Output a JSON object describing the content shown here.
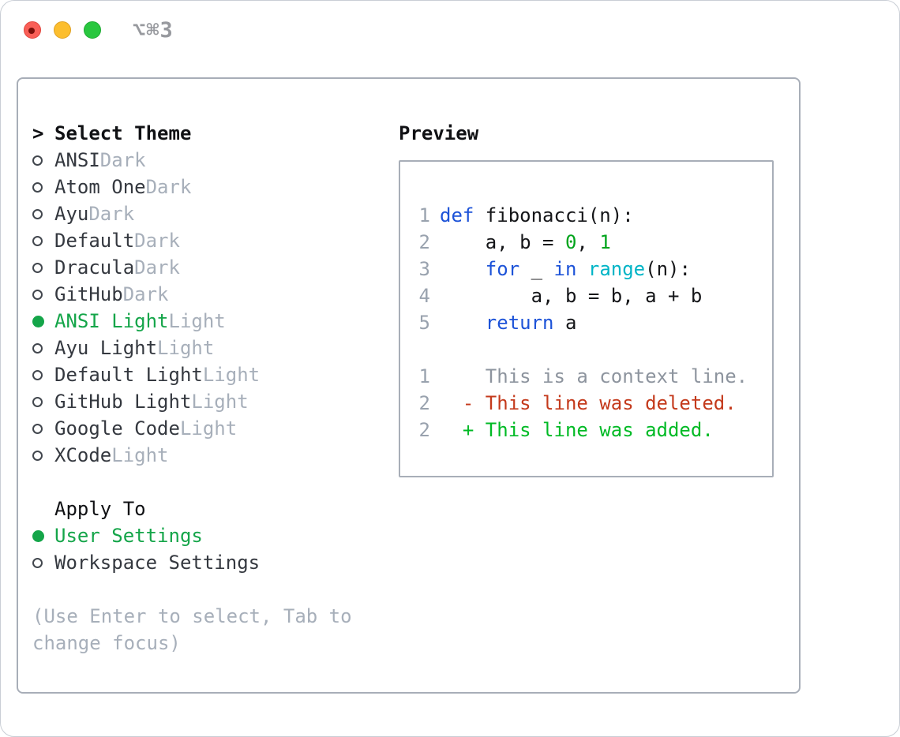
{
  "window": {
    "shortcut_label": "⌥⌘3",
    "traffic_lights": [
      "close",
      "minimize",
      "maximize"
    ]
  },
  "theme_list": {
    "header_prefix": ">",
    "header": "Select Theme",
    "items": [
      {
        "name": "ANSI",
        "variant": "Dark",
        "selected": false
      },
      {
        "name": "Atom One",
        "variant": "Dark",
        "selected": false
      },
      {
        "name": "Ayu",
        "variant": "Dark",
        "selected": false
      },
      {
        "name": "Default",
        "variant": "Dark",
        "selected": false
      },
      {
        "name": "Dracula",
        "variant": "Dark",
        "selected": false
      },
      {
        "name": "GitHub",
        "variant": "Dark",
        "selected": false
      },
      {
        "name": "ANSI Light",
        "variant": "Light",
        "selected": true
      },
      {
        "name": "Ayu Light",
        "variant": "Light",
        "selected": false
      },
      {
        "name": "Default Light",
        "variant": "Light",
        "selected": false
      },
      {
        "name": "GitHub Light",
        "variant": "Light",
        "selected": false
      },
      {
        "name": "Google Code",
        "variant": "Light",
        "selected": false
      },
      {
        "name": "XCode",
        "variant": "Light",
        "selected": false
      }
    ]
  },
  "apply_to": {
    "header": "Apply To",
    "options": [
      {
        "label": "User Settings",
        "selected": true
      },
      {
        "label": "Workspace Settings",
        "selected": false
      }
    ]
  },
  "help_text": "(Use Enter to select, Tab to change focus)",
  "preview": {
    "title": "Preview",
    "lines": [
      {
        "num": "1",
        "tokens": [
          {
            "c": "kw",
            "t": "def"
          },
          {
            "c": "pl",
            "t": " fibonacci(n):"
          }
        ]
      },
      {
        "num": "2",
        "tokens": [
          {
            "c": "pl",
            "t": "    a, b = "
          },
          {
            "c": "num",
            "t": "0"
          },
          {
            "c": "pl",
            "t": ", "
          },
          {
            "c": "num",
            "t": "1"
          }
        ]
      },
      {
        "num": "3",
        "tokens": [
          {
            "c": "pl",
            "t": "    "
          },
          {
            "c": "kw",
            "t": "for"
          },
          {
            "c": "pl",
            "t": " _ "
          },
          {
            "c": "kw",
            "t": "in"
          },
          {
            "c": "pl",
            "t": " "
          },
          {
            "c": "fn",
            "t": "range"
          },
          {
            "c": "pl",
            "t": "(n):"
          }
        ]
      },
      {
        "num": "4",
        "tokens": [
          {
            "c": "pl",
            "t": "        a, b = b, a + b"
          }
        ]
      },
      {
        "num": "5",
        "tokens": [
          {
            "c": "kw",
            "t": "    return"
          },
          {
            "c": "pl",
            "t": " a"
          }
        ]
      },
      {
        "num": "",
        "tokens": []
      },
      {
        "num": "1",
        "tokens": [
          {
            "c": "ctx",
            "t": "    This is a context line."
          }
        ]
      },
      {
        "num": "2",
        "tokens": [
          {
            "c": "del",
            "t": "  - This line was deleted."
          }
        ]
      },
      {
        "num": "2",
        "tokens": [
          {
            "c": "add",
            "t": "  + This line was added."
          }
        ]
      }
    ]
  },
  "colors": {
    "selected_green": "#14a549",
    "added_green": "#00ba25",
    "deleted_red": "#c43a1c",
    "keyword_blue": "#1d53d8",
    "function_cyan": "#00b4c6",
    "number_green": "#00a41c",
    "muted_gray": "#a7afba",
    "line_number_gray": "#99a2ae",
    "panel_border": "#a8aeb8",
    "traffic_red": "#f95f57",
    "traffic_yellow": "#fcbe2e",
    "traffic_green": "#29c73f"
  }
}
